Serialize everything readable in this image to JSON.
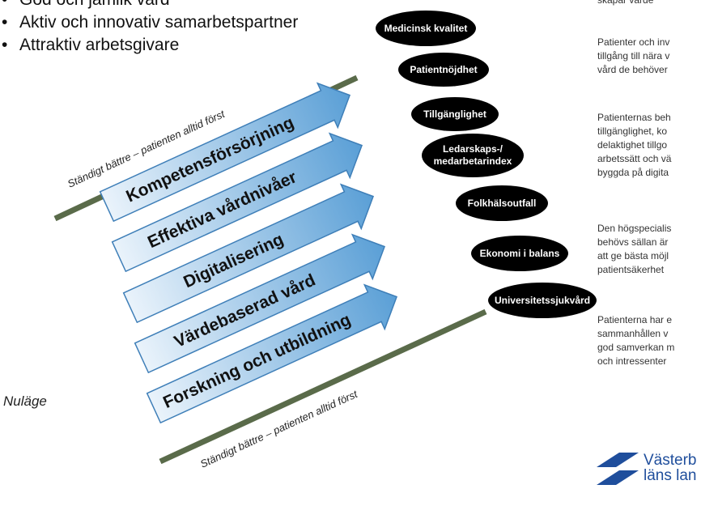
{
  "bullets": [
    "God och jämlik vård",
    "Aktiv och innovativ samarbetspartner",
    "Attraktiv arbetsgivare"
  ],
  "bullet_symbol": "•",
  "status_label": "Nuläge",
  "tagline_top": "Ständigt bättre – patienten alltid först",
  "tagline_bottom": "Ständigt bättre – patienten alltid först",
  "arrows": [
    "Kompetensförsörjning",
    "Effektiva vårdnivåer",
    "Digitalisering",
    "Värdebaserad vård",
    "Forskning och utbildning"
  ],
  "ovals": [
    [
      "Medicinsk kvalitet"
    ],
    [
      "Patientnöjdhet"
    ],
    [
      "Tillgänglighet"
    ],
    [
      "Ledarskaps-/",
      "medarbetarindex"
    ],
    [
      "Folkhälsoutfall"
    ],
    [
      "Ekonomi i balans"
    ],
    [
      "Universitetssjukvård"
    ]
  ],
  "right_column": [
    "skapar värde",
    "Patienter och inv",
    "tillgång till nära v",
    "vård de behöver",
    "Patienternas beh",
    "tillgänglighet, ko",
    "delaktighet tillgo",
    "arbetssätt och vä",
    "byggda på digita",
    "Den högspecialis",
    "behövs sällan är",
    "att ge bästa möjl",
    "patientsäkerhet",
    "Patienterna har e",
    "sammanhållen v",
    "god samverkan m",
    "och intressenter"
  ],
  "logo": {
    "line1": "Västerb",
    "line2": "läns lan"
  },
  "colors": {
    "arrow_light": "#eaf3fb",
    "arrow_dark": "#5a9fd6",
    "arrow_border": "#3f7fb8",
    "bar": "#5a6b4a",
    "oval": "#000000",
    "logo": "#1f4e9c"
  }
}
